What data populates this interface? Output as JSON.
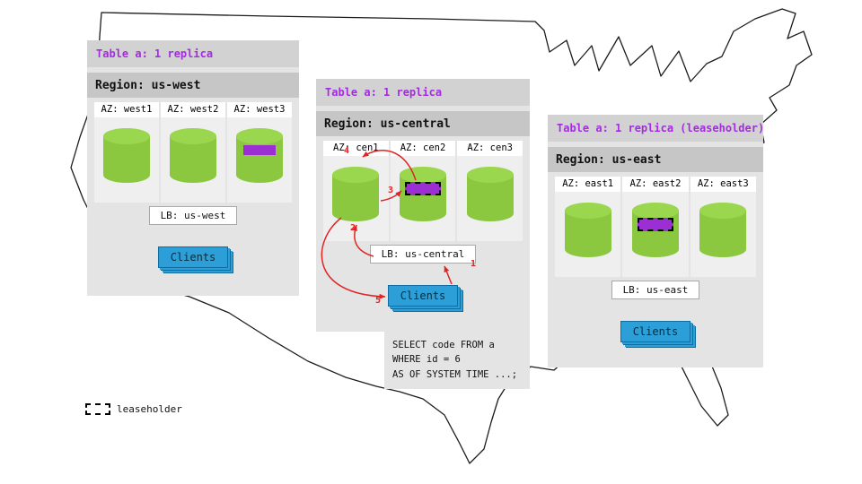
{
  "colors": {
    "panel_bg": "#e4e4e4",
    "title_strip_bg": "#d2d2d2",
    "region_strip_bg": "#c6c6c6",
    "az_bg": "#efefef",
    "cylinder_green": "#8bc73f",
    "cylinder_top_green": "#9ad64e",
    "replica_purple": "#9b2fd4",
    "clients_blue": "#2d9fd8",
    "arrow_red": "#e02424",
    "table_text_purple": "#a32ce0"
  },
  "regions": [
    {
      "table_label": "Table a: 1 replica",
      "region_label": "Region: us-west",
      "azs": [
        {
          "label": "AZ: west1",
          "replica": false,
          "leaseholder": false
        },
        {
          "label": "AZ: west2",
          "replica": false,
          "leaseholder": false
        },
        {
          "label": "AZ: west3",
          "replica": true,
          "leaseholder": false
        }
      ],
      "lb_label": "LB: us-west",
      "clients_label": "Clients"
    },
    {
      "table_label": "Table a: 1 replica",
      "region_label": "Region: us-central",
      "azs": [
        {
          "label": "AZ: cen1",
          "replica": false,
          "leaseholder": false
        },
        {
          "label": "AZ: cen2",
          "replica": true,
          "leaseholder": true
        },
        {
          "label": "AZ: cen3",
          "replica": false,
          "leaseholder": false
        }
      ],
      "lb_label": "LB: us-central",
      "clients_label": "Clients"
    },
    {
      "table_label": "Table a: 1 replica (leaseholder)",
      "region_label": "Region: us-east",
      "azs": [
        {
          "label": "AZ: east1",
          "replica": false,
          "leaseholder": false
        },
        {
          "label": "AZ: east2",
          "replica": true,
          "leaseholder": true
        },
        {
          "label": "AZ: east3",
          "replica": false,
          "leaseholder": false
        }
      ],
      "lb_label": "LB: us-east",
      "clients_label": "Clients"
    }
  ],
  "steps": {
    "n1": "1",
    "n2": "2",
    "n3": "3",
    "n4": "4",
    "n5": "5"
  },
  "sql_query": "SELECT code FROM a\nWHERE id = 6\nAS OF SYSTEM TIME ...;",
  "legend_label": "leaseholder"
}
